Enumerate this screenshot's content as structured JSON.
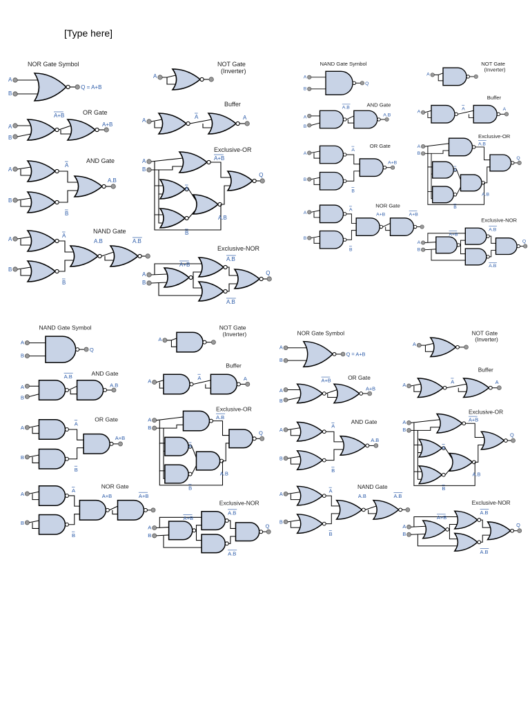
{
  "header": {
    "placeholder": "[Type here]"
  },
  "panels": [
    {
      "id": "nor",
      "titles": {
        "symbol": "NOR Gate Symbol",
        "not": "NOT Gate",
        "not_sub": "(Inverter)",
        "or": "OR Gate",
        "buffer": "Buffer",
        "and": "AND Gate",
        "xor": "Exclusive-OR",
        "nand": "NAND Gate",
        "xnor": "Exclusive-NOR"
      },
      "labels": {
        "a": "A",
        "b": "B",
        "q_expr": "Q = A+B",
        "a_bar": "A",
        "b_bar": "B",
        "a_plus_b": "A+B",
        "a_dot_b": "A.B",
        "q": "Q"
      }
    },
    {
      "id": "nand",
      "titles": {
        "symbol": "NAND Gate Symbol",
        "not": "NOT Gate",
        "not_sub": "(Inverter)",
        "and": "AND Gate",
        "buffer": "Buffer",
        "or": "OR Gate",
        "xor": "Exclusive-OR",
        "nor": "NOR Gate",
        "xnor": "Exclusive-NOR"
      },
      "labels": {
        "a": "A",
        "b": "B",
        "q": "Q",
        "a_bar": "A",
        "b_bar": "B",
        "a_dot_b": "A.B",
        "a_plus_b": "A+B"
      }
    }
  ],
  "extra_labels": {
    "a_dot_bbar": "A.B"
  }
}
